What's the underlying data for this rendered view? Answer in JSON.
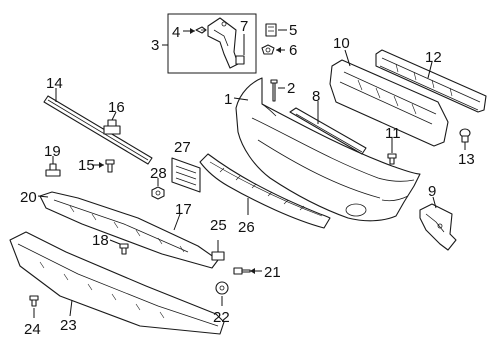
{
  "callouts": {
    "c1": "1",
    "c2": "2",
    "c3": "3",
    "c4": "4",
    "c5": "5",
    "c6": "6",
    "c7": "7",
    "c8": "8",
    "c9": "9",
    "c10": "10",
    "c11": "11",
    "c12": "12",
    "c13": "13",
    "c14": "14",
    "c15": "15",
    "c16": "16",
    "c17": "17",
    "c18": "18",
    "c19": "19",
    "c20": "20",
    "c21": "21",
    "c22": "22",
    "c23": "23",
    "c24": "24",
    "c25": "25",
    "c26": "26",
    "c27": "27",
    "c28": "28"
  },
  "colors": {
    "line": "#1a1a1a",
    "background": "#ffffff"
  }
}
